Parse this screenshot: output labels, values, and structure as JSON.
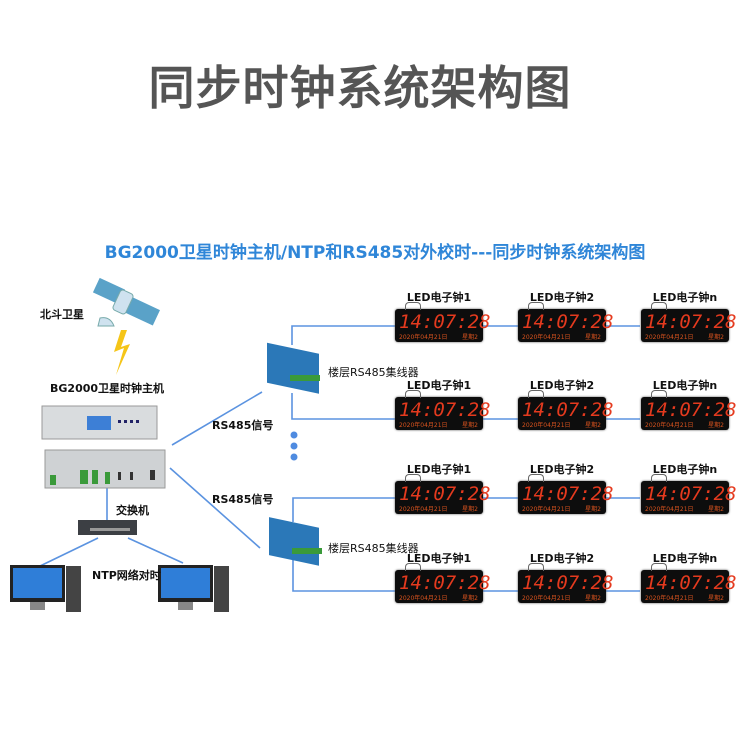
{
  "title": "同步时钟系统架构图",
  "subtitle": "BG2000卫星时钟主机/NTP和RS485对外校时---同步时钟系统架构图",
  "satellite_label": "北斗卫星",
  "host_label": "BG2000卫星时钟主机",
  "switch_label": "交换机",
  "ntp_label": "NTP网络对时",
  "signal_labels": [
    "RS485信号",
    "RS485信号"
  ],
  "hub_labels": [
    "楼层RS485集线器",
    "楼层RS485集线器"
  ],
  "clock_display": {
    "time": "14:07:28",
    "date": "2020年04月21日",
    "week": "星期2"
  },
  "clock_rows": [
    [
      "LED电子钟1",
      "LED电子钟2",
      "LED电子钟n"
    ],
    [
      "LED电子钟1",
      "LED电子钟2",
      "LED电子钟n"
    ],
    [
      "LED电子钟1",
      "LED电子钟2",
      "LED电子钟n"
    ],
    [
      "LED电子钟1",
      "LED电子钟2",
      "LED电子钟n"
    ]
  ],
  "colors": {
    "line": "#5b93e0",
    "title": "#555555",
    "subtitle": "#2f86d8",
    "led": "#e53a1e"
  }
}
